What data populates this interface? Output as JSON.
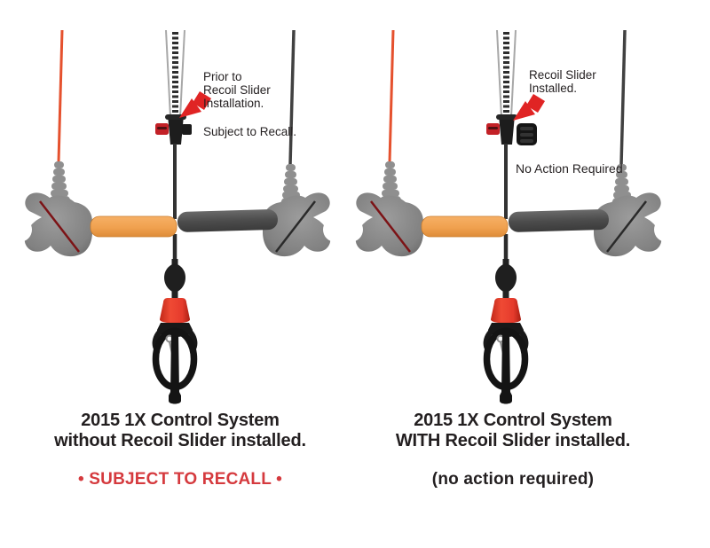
{
  "left": {
    "annotation_lines": [
      "Prior to",
      "Recoil Slider",
      "Installation."
    ],
    "annotation_note": "Subject to Recall.",
    "caption": [
      "2015 1X Control System",
      "without Recoil Slider installed."
    ],
    "status": "• SUBJECT TO RECALL •"
  },
  "right": {
    "annotation_lines": [
      "Recoil Slider",
      "Installed."
    ],
    "annotation_note": "No Action Required",
    "caption": [
      "2015 1X Control System",
      "WITH Recoil Slider installed."
    ],
    "status": "(no action required)"
  },
  "colors": {
    "recall_text": "#d53a3e",
    "arrow_red": "#e02424",
    "flying_line_red": "#e5512e",
    "flying_line_dark": "#414141",
    "grip_orange": "#f0a14f",
    "quick_release_red": "#e53a2c"
  }
}
